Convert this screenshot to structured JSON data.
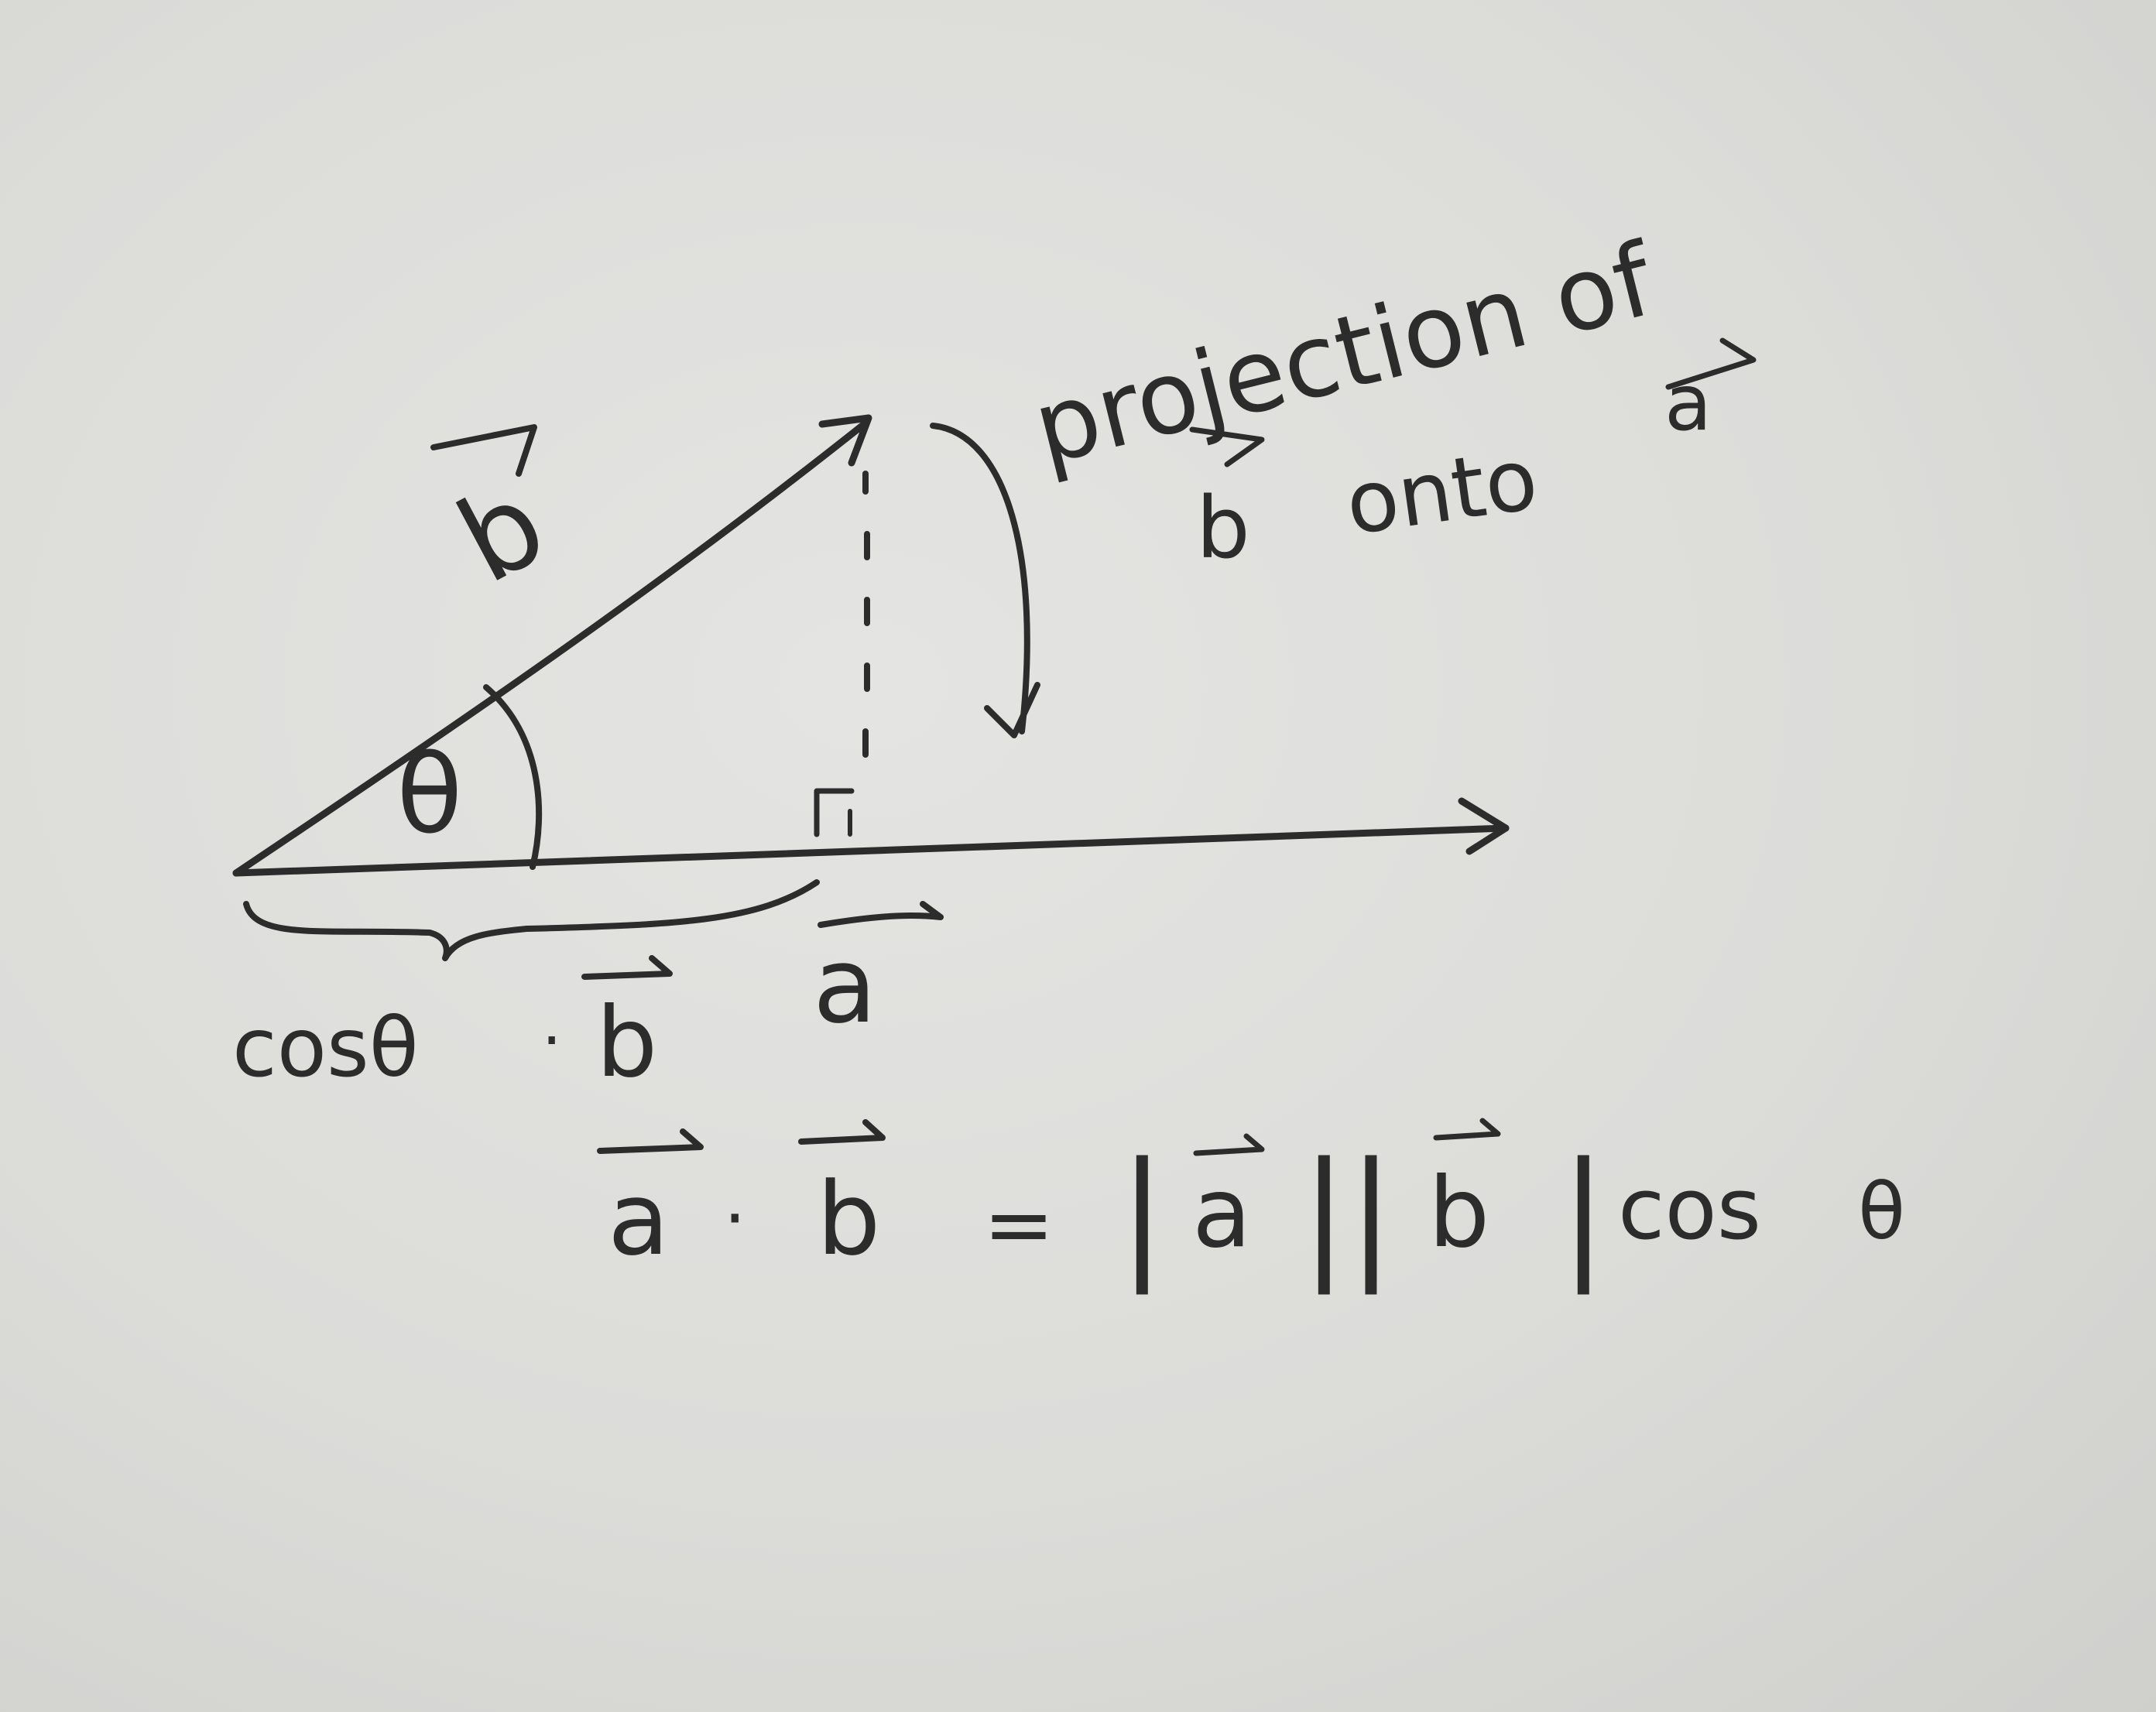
{
  "labels": {
    "vector_b": "b",
    "angle": "θ",
    "vector_a": "a",
    "projection_line1": "projection of",
    "projection_line2_b": "b",
    "projection_line2_onto": "onto",
    "projection_line2_a": "a",
    "brace_cos": "cosθ",
    "brace_dot": "·",
    "brace_b": "b"
  },
  "formula": {
    "lhs_a": "a",
    "dot": "·",
    "lhs_b": "b",
    "equals": "=",
    "bar1": "|",
    "rhs_a": "a",
    "bar2": "||",
    "rhs_b": "b",
    "bar3": "|",
    "cos": "cos",
    "theta": "θ"
  },
  "colors": {
    "ink": "#2c2c2c",
    "paper": "#dcdcd9"
  }
}
